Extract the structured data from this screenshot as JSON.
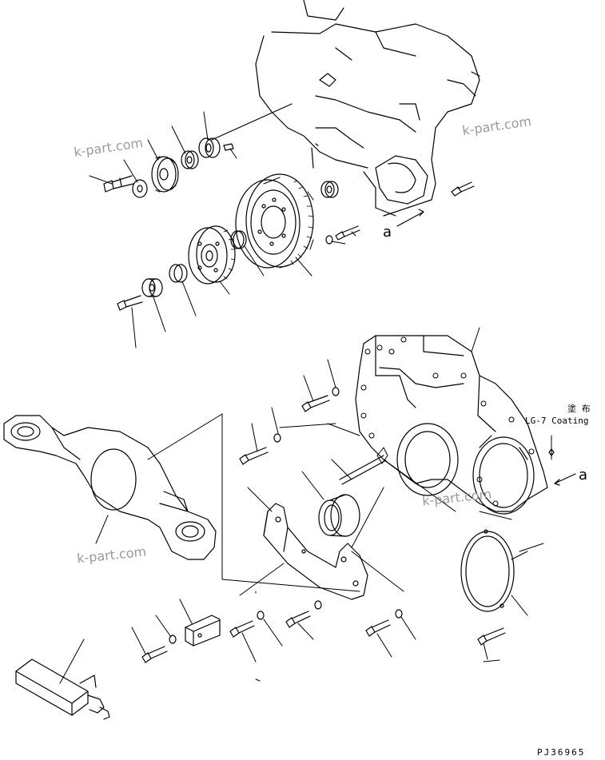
{
  "diagram": {
    "callout_label": "a",
    "callout_label_2": "a",
    "coating_note_jp": "塗 布",
    "coating_note": "LG-7 Coating",
    "drawing_code": "PJ36965",
    "watermark": "k-part.com",
    "colors": {
      "ink": "#000000",
      "paper": "#ffffff",
      "watermark": "#9a9a9a"
    }
  }
}
